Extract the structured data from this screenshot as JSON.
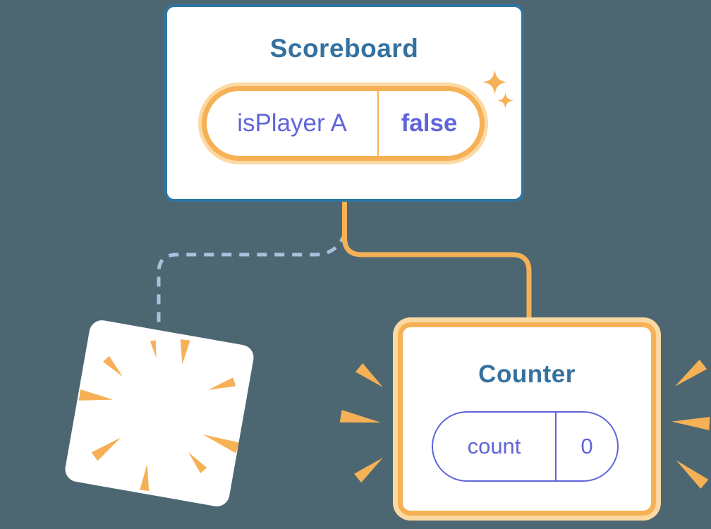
{
  "colors": {
    "bg": "#4C6772",
    "card": "#FFFFFF",
    "card-border-blue": "#2E76A6",
    "title-blue": "#35719F",
    "orange": "#F6B156",
    "orange-halo": "#FBD9A2",
    "purple": "#6065DB",
    "dash-blue": "#A5C3DB"
  },
  "scoreboard": {
    "title": "Scoreboard",
    "state": {
      "key": "isPlayer A",
      "value": "false"
    }
  },
  "counter": {
    "title": "Counter",
    "state": {
      "key": "count",
      "value": "0"
    }
  },
  "icons": {
    "sparkle": "four-point-star",
    "burst": "radial-burst-rays",
    "emphasis": "emphasis-strokes"
  }
}
